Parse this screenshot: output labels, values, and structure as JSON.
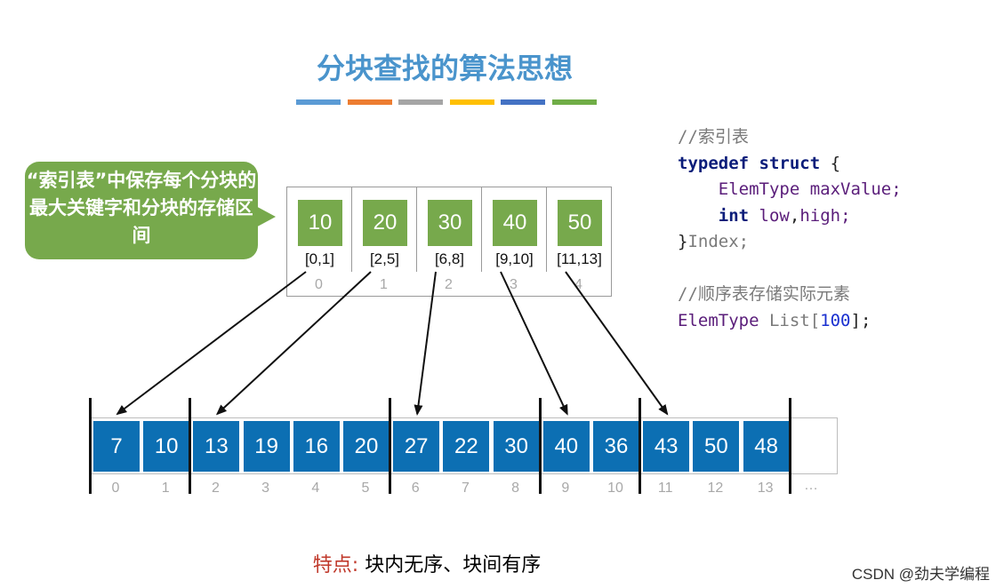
{
  "title": "分块查找的算法思想",
  "colors": {
    "title": "#4a94cc",
    "bars": [
      "#5b9bd5",
      "#ed7d31",
      "#a5a5a5",
      "#ffc000",
      "#4472c4",
      "#70ad47"
    ],
    "index_block": "#77a94c",
    "array_block": "#0c6fb3",
    "feature_label": "#c0392b"
  },
  "callout": {
    "text": "“索引表”中保存每个分块的最大关键字和分块的存储区间"
  },
  "index_table": [
    {
      "max": "10",
      "range": "[0,1]",
      "pos": "0"
    },
    {
      "max": "20",
      "range": "[2,5]",
      "pos": "1"
    },
    {
      "max": "30",
      "range": "[6,8]",
      "pos": "2"
    },
    {
      "max": "40",
      "range": "[9,10]",
      "pos": "3"
    },
    {
      "max": "50",
      "range": "[11,13]",
      "pos": "4"
    }
  ],
  "code": {
    "comment1": "//索引表",
    "kw_typedef": "typedef",
    "kw_struct": "struct",
    "brace_open": "{",
    "type_elem": "ElemType",
    "field_max": "maxValue;",
    "kw_int": "int",
    "field_low": "low",
    "comma": ",",
    "field_high": "high;",
    "brace_close": "}",
    "name_index": "Index;",
    "comment2": "//顺序表存储实际元素",
    "list_type": "ElemType",
    "list_name": "List[",
    "list_size": "100",
    "list_end": "];"
  },
  "array": {
    "values": [
      "7",
      "10",
      "13",
      "19",
      "16",
      "20",
      "27",
      "22",
      "30",
      "40",
      "36",
      "43",
      "50",
      "48"
    ],
    "indices": [
      "0",
      "1",
      "2",
      "3",
      "4",
      "5",
      "6",
      "7",
      "8",
      "9",
      "10",
      "11",
      "12",
      "13"
    ],
    "ellipsis": "…"
  },
  "feature": {
    "label": "特点:",
    "text": "块内无序、块间有序"
  },
  "watermark": "CSDN @劲夫学编程"
}
